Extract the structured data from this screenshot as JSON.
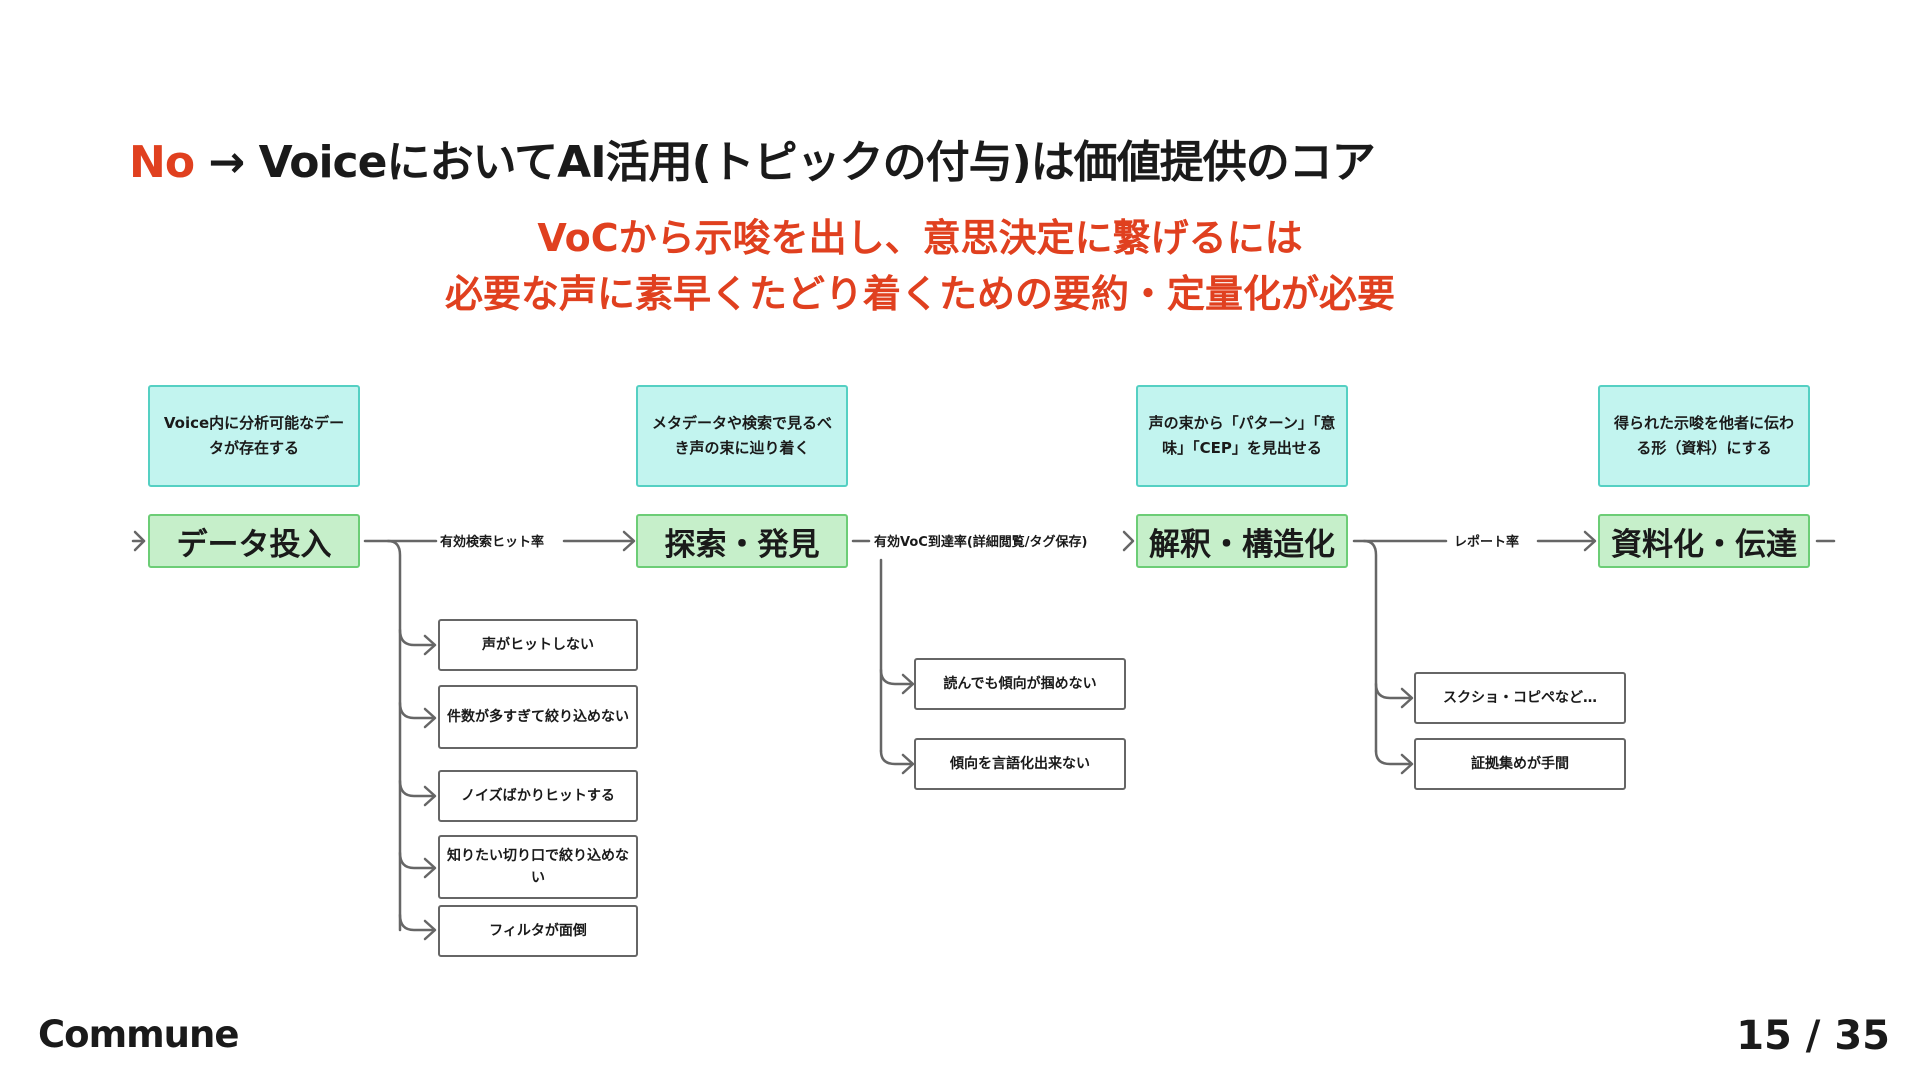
{
  "title": {
    "highlight": "No",
    "arrow": "→",
    "text": " VoiceにおいてAI活用(トピックの付与)は価値提供のコア"
  },
  "subtitle": {
    "line1": "VoCから示唆を出し、意思決定に繋げるには",
    "line2": "必要な声に素早くたどり着くための要約・定量化が必要"
  },
  "flow": {
    "notes": [
      "Voice内に分析可能なデータが存在する",
      "メタデータや検索で見るべき声の束に辿り着く",
      "声の束から「パターン」「意味」「CEP」を見出せる",
      "得られた示唆を他者に伝わる形（資料）にする"
    ],
    "stages": [
      "データ投入",
      "探索・発見",
      "解釈・構造化",
      "資料化・伝達"
    ],
    "metrics": [
      "有効検索ヒット率",
      "有効VoC到達率(詳細閲覧/タグ保存)",
      "レポート率"
    ],
    "pains": {
      "stage1": [
        "声がヒットしない",
        "件数が多すぎて絞り込めない",
        "ノイズばかりヒットする",
        "知りたい切り口で絞り込めない",
        "フィルタが面倒"
      ],
      "stage2": [
        "読んでも傾向が掴めない",
        "傾向を言語化出来ない"
      ],
      "stage3": [
        "スクショ・コピペなど…",
        "証拠集めが手間"
      ]
    }
  },
  "footer": {
    "logo": "Commune",
    "page": "15 / 35"
  },
  "colors": {
    "accent": "#e0401f",
    "note_fill": "#c2f4ef",
    "stage_fill": "#c6efca",
    "line": "#666666"
  }
}
